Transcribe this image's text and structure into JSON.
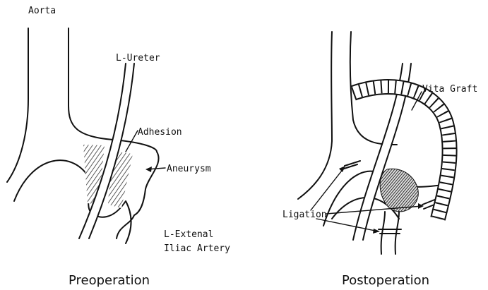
{
  "preoperation": {
    "caption": "Preoperation",
    "labels": {
      "aorta": "Aorta",
      "ureter": "L-Ureter",
      "adhesion": "Adhesion",
      "aneurysm": "Aneurysm",
      "iliac_line1": "L-Extenal",
      "iliac_line2": "Iliac Artery"
    }
  },
  "postoperation": {
    "caption": "Postoperation",
    "labels": {
      "graft": "Vita Graft",
      "ligation": "Ligation"
    }
  }
}
